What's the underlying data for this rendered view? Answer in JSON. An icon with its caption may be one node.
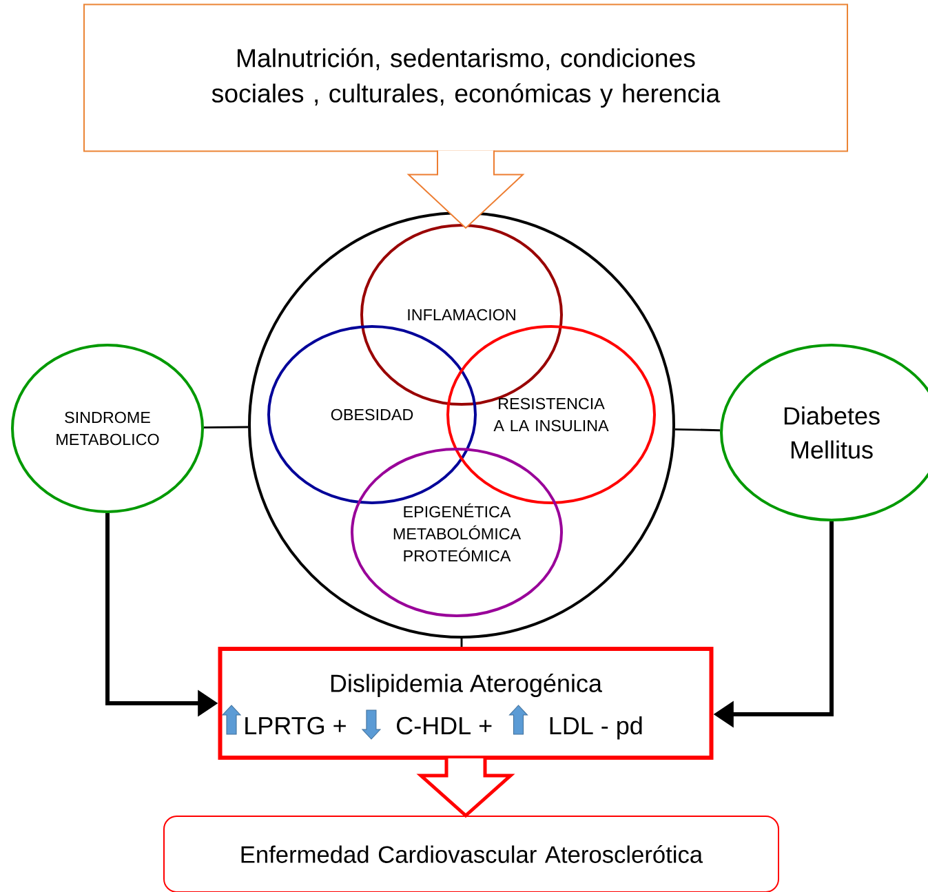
{
  "diagram": {
    "nodes": [
      {
        "text": [
          "Malnutrición, sedentarismo, condiciones sociales , culturales, económicas y herencia"
        ]
      },
      {
        "text": [],
        "shape": "circle"
      },
      {
        "text": [
          "INFLAMACION"
        ],
        "in": 1
      },
      {
        "text": [
          "OBESIDAD"
        ],
        "in": 1
      },
      {
        "text": [
          "RESISTENCIA A LA INSULINA"
        ],
        "in": 1
      },
      {
        "text": [
          "EPIGENÉTICA METABOLÓMICA PROTEÓMICA"
        ],
        "in": 1
      },
      {
        "text": [
          "SINDROME METABOLICO"
        ]
      },
      {
        "text": [
          "Diabetes Mellitus"
        ]
      },
      {
        "text": [
          "Dislipidemia Aterogénica",
          "LPRTG +",
          "C-HDL +",
          "LDL - pd"
        ]
      },
      {
        "text": [
          "Enfermedad Cardiovascular Aterosclerótica"
        ]
      }
    ],
    "edges": [
      {
        "from": 0,
        "to": 1,
        "arrow": "to",
        "color": "#ed7d31"
      },
      {
        "from": 6,
        "to": 1,
        "arrow": "none"
      },
      {
        "from": 1,
        "to": 7,
        "arrow": "none"
      },
      {
        "from": 1,
        "to": 8,
        "arrow": "none"
      },
      {
        "from": 6,
        "to": 8,
        "arrow": "to",
        "style": "thick"
      },
      {
        "from": 7,
        "to": 8,
        "arrow": "to",
        "style": "thick"
      },
      {
        "from": 8,
        "to": 9,
        "arrow": "to",
        "color": "#ff0000"
      }
    ]
  }
}
